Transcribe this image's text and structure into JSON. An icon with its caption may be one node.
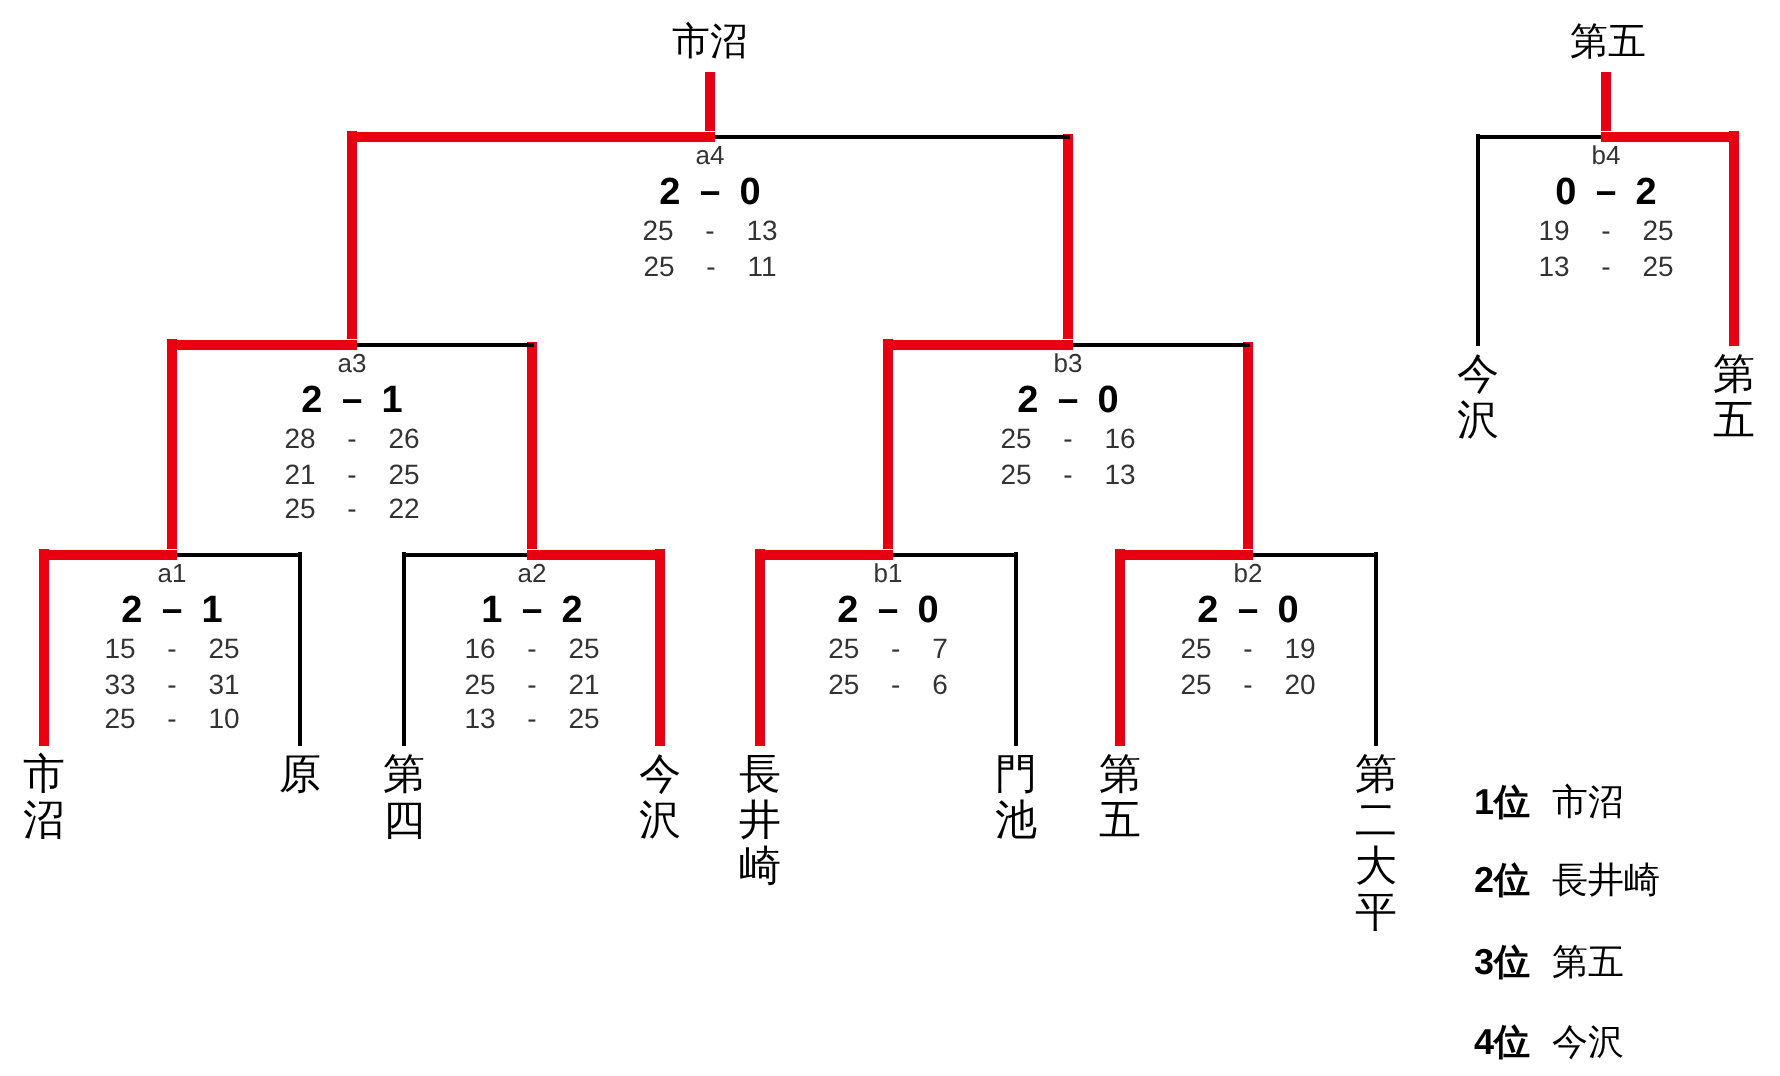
{
  "diagram": {
    "nodes": [
      {
        "text": [
          "市沼"
        ]
      },
      {
        "text": [
          "第五"
        ]
      },
      {
        "text": [
          "a4",
          "2 － 0",
          "25 - 13",
          "25 - 11"
        ]
      },
      {
        "text": [
          "b4",
          "0 － 2",
          "19 - 25",
          "13 - 25"
        ]
      },
      {
        "text": [
          "a3",
          "2 － 1",
          "28 - 26",
          "21 - 25",
          "25 - 22"
        ]
      },
      {
        "text": [
          "b3",
          "2 － 0",
          "25 - 16",
          "25 - 13"
        ]
      },
      {
        "text": [
          "今沢"
        ]
      },
      {
        "text": [
          "第五"
        ]
      },
      {
        "text": [
          "a1",
          "2 － 1",
          "15 - 25",
          "33 - 31",
          "25 - 10"
        ]
      },
      {
        "text": [
          "a2",
          "1 － 2",
          "16 - 25",
          "25 - 21",
          "13 - 25"
        ]
      },
      {
        "text": [
          "b1",
          "2 － 0",
          "25 - 7",
          "25 - 6"
        ]
      },
      {
        "text": [
          "b2",
          "2 － 0",
          "25 - 19",
          "25 - 20"
        ]
      },
      {
        "text": [
          "市沼"
        ]
      },
      {
        "text": [
          "原"
        ]
      },
      {
        "text": [
          "第四"
        ]
      },
      {
        "text": [
          "今沢"
        ]
      },
      {
        "text": [
          "長井崎"
        ]
      },
      {
        "text": [
          "門池"
        ]
      },
      {
        "text": [
          "第五"
        ]
      },
      {
        "text": [
          "第二大平"
        ]
      }
    ],
    "edges": [
      {
        "from": 12,
        "to": 8,
        "arrow": "none"
      },
      {
        "from": 13,
        "to": 8,
        "arrow": "none",
        "color": "#000000"
      },
      {
        "from": 14,
        "to": 9,
        "arrow": "none",
        "color": "#000000"
      },
      {
        "from": 15,
        "to": 9,
        "arrow": "none"
      },
      {
        "from": 16,
        "to": 10,
        "arrow": "none"
      },
      {
        "from": 17,
        "to": 10,
        "arrow": "none",
        "color": "#000000"
      },
      {
        "from": 18,
        "to": 11,
        "arrow": "none"
      },
      {
        "from": 19,
        "to": 11,
        "arrow": "none",
        "color": "#000000"
      },
      {
        "from": 8,
        "to": 4,
        "arrow": "none"
      },
      {
        "from": 9,
        "to": 4,
        "arrow": "none"
      },
      {
        "from": 10,
        "to": 5,
        "arrow": "none"
      },
      {
        "from": 11,
        "to": 5,
        "arrow": "none"
      },
      {
        "from": 4,
        "to": 2,
        "arrow": "none"
      },
      {
        "from": 5,
        "to": 2,
        "arrow": "none"
      },
      {
        "from": 2,
        "to": 0,
        "arrow": "none"
      },
      {
        "from": 6,
        "to": 3,
        "arrow": "none",
        "color": "#000000"
      },
      {
        "from": 7,
        "to": 3,
        "arrow": "none"
      },
      {
        "from": 3,
        "to": 1,
        "arrow": "none"
      }
    ],
    "labels": [
      "**1位** 市沼",
      "**2位** 長井崎",
      "**3位** 第五",
      "**4位** 今沢"
    ]
  }
}
